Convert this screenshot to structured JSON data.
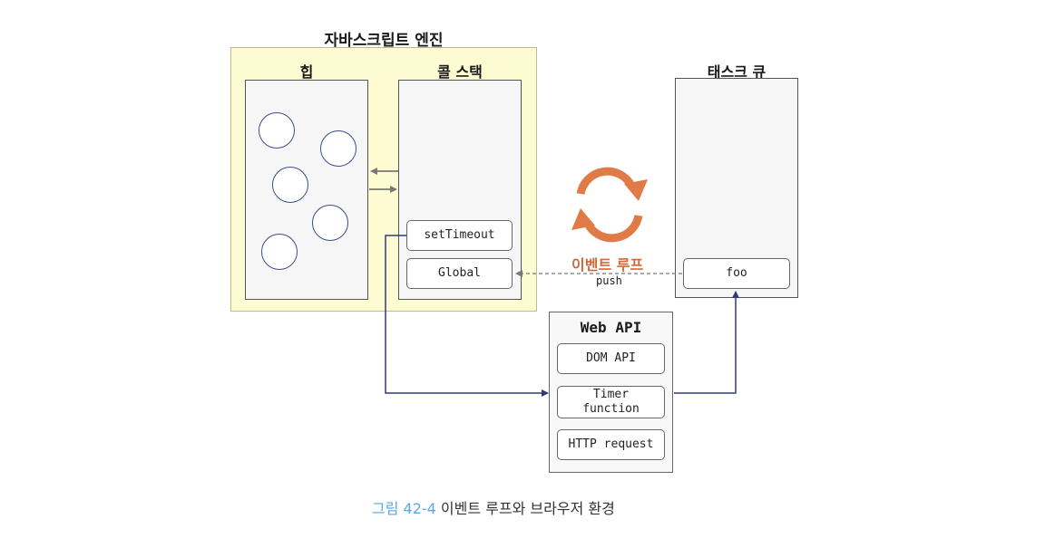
{
  "engine": {
    "title": "자바스크립트 엔진"
  },
  "heap": {
    "title": "힙"
  },
  "call_stack": {
    "title": "콜 스택",
    "frames": [
      "setTimeout",
      "Global"
    ]
  },
  "task_queue": {
    "title": "태스크 큐",
    "items": [
      "foo"
    ]
  },
  "event_loop": {
    "label": "이벤트 루프",
    "push_label": "push"
  },
  "web_api": {
    "title": "Web API",
    "items": [
      "DOM API",
      "Timer\nfunction",
      "HTTP request"
    ]
  },
  "caption": {
    "figure": "그림 42-4",
    "text": " 이벤트 루프와 브라우저 환경"
  },
  "colors": {
    "engine_bg": "#fdfbd2",
    "loop_orange": "#e07a46",
    "arrow_navy": "#2f3a78",
    "caption_blue": "#5aa7de"
  }
}
